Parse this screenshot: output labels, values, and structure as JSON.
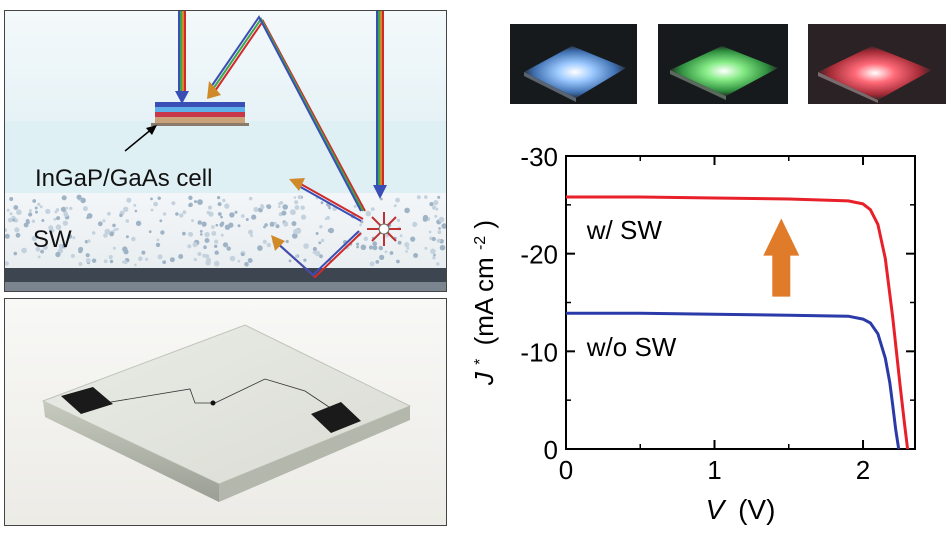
{
  "schematic": {
    "cell_label": "InGaP/GaAs cell",
    "sw_label": "SW"
  },
  "luminescence_photos": {
    "glow_colors": [
      "#7fb8ff",
      "#6fe06f",
      "#ff4a5a"
    ]
  },
  "chart_data": {
    "type": "line",
    "xlabel_var": "V",
    "xlabel_unit": "(V)",
    "ylabel_var": "J",
    "ylabel_sup": "*",
    "ylabel_unit_open": "(mA cm",
    "ylabel_unit_sup": "-2",
    "ylabel_unit_close": ")",
    "xlim": [
      0,
      2.35
    ],
    "ylim": [
      0,
      -30
    ],
    "xticks": [
      "0",
      "1",
      "2"
    ],
    "xtick_values": [
      0,
      1,
      2
    ],
    "yticks": [
      "0",
      "-10",
      "-20",
      "-30"
    ],
    "ytick_values": [
      0,
      -10,
      -20,
      -30
    ],
    "series": [
      {
        "name": "w/ SW",
        "color": "#e8202a",
        "x": [
          0,
          0.5,
          1.0,
          1.5,
          1.9,
          2.0,
          2.05,
          2.1,
          2.15,
          2.2,
          2.25,
          2.28,
          2.3
        ],
        "y": [
          -25.8,
          -25.8,
          -25.7,
          -25.6,
          -25.4,
          -25.1,
          -24.5,
          -23.0,
          -19.5,
          -13.5,
          -6.5,
          -2.5,
          0
        ]
      },
      {
        "name": "w/o SW",
        "color": "#2a3aa8",
        "x": [
          0,
          0.5,
          1.0,
          1.5,
          1.9,
          2.0,
          2.05,
          2.1,
          2.15,
          2.18,
          2.2,
          2.22,
          2.24
        ],
        "y": [
          -13.9,
          -13.9,
          -13.8,
          -13.7,
          -13.6,
          -13.3,
          -12.9,
          -11.8,
          -9.3,
          -6.8,
          -4.5,
          -2.0,
          0
        ]
      }
    ],
    "arrow_color": "#e07b2a"
  }
}
